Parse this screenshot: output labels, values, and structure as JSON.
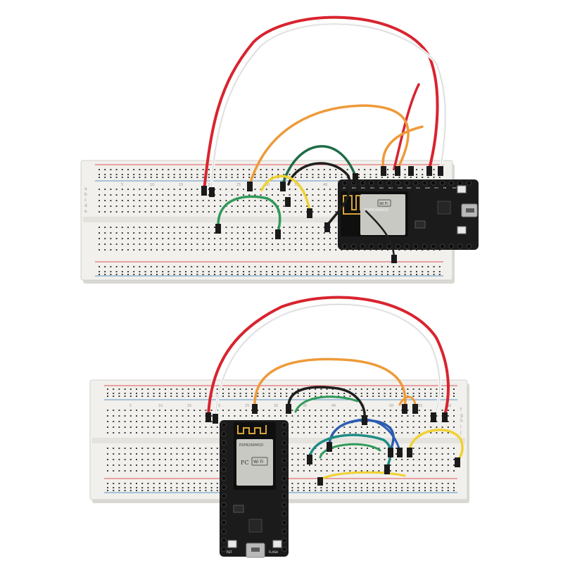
{
  "photo": {
    "subject": "two breadboards wired to ESP8266 NodeMCU boards"
  },
  "colors": {
    "background": "#ffffff",
    "breadboard": "#f1f0ec",
    "breadboard_shadow": "#d9d8d3",
    "hole": "#3c3c3c",
    "rail_red": "#e0545b",
    "rail_blue": "#5b93c9",
    "pcb": "#1b1b1b",
    "pin_header": "#111111",
    "module_shield": "#c9c9c4",
    "antenna_gold": "#d8a53c",
    "wire_red": "#d8242f",
    "wire_white": "#f7f7f7",
    "wire_orange": "#ee9a3a",
    "wire_green": "#2f9a5a",
    "wire_dark_green": "#1f6b47",
    "wire_black": "#1e1e1e",
    "wire_yellow": "#f0d133",
    "wire_blue": "#2c5cb0",
    "wire_teal": "#1f8d84"
  },
  "breadboard_labels": {
    "top_rows": [
      "a",
      "b",
      "c",
      "d",
      "e"
    ],
    "bottom_rows": [
      "f",
      "g",
      "h",
      "i",
      "j"
    ],
    "columns": [
      "5",
      "10",
      "15",
      "20",
      "25",
      "30",
      "35",
      "40",
      "45",
      "50",
      "55",
      "60"
    ]
  },
  "module_markings": {
    "chip_label": "ESP8266MOD",
    "wifi_badge": "Wi Fi",
    "fcc_badge": "FC"
  },
  "board_markings": {
    "top_board_pins": [
      "A0",
      "RSV",
      "RSV",
      "SD3",
      "SD2",
      "SD1",
      "CMD",
      "SD0",
      "CLK",
      "GND",
      "3V3",
      "EN",
      "RST",
      "GND",
      "Vin"
    ],
    "bottom_board_buttons": [
      "RST",
      "FLASH"
    ]
  }
}
